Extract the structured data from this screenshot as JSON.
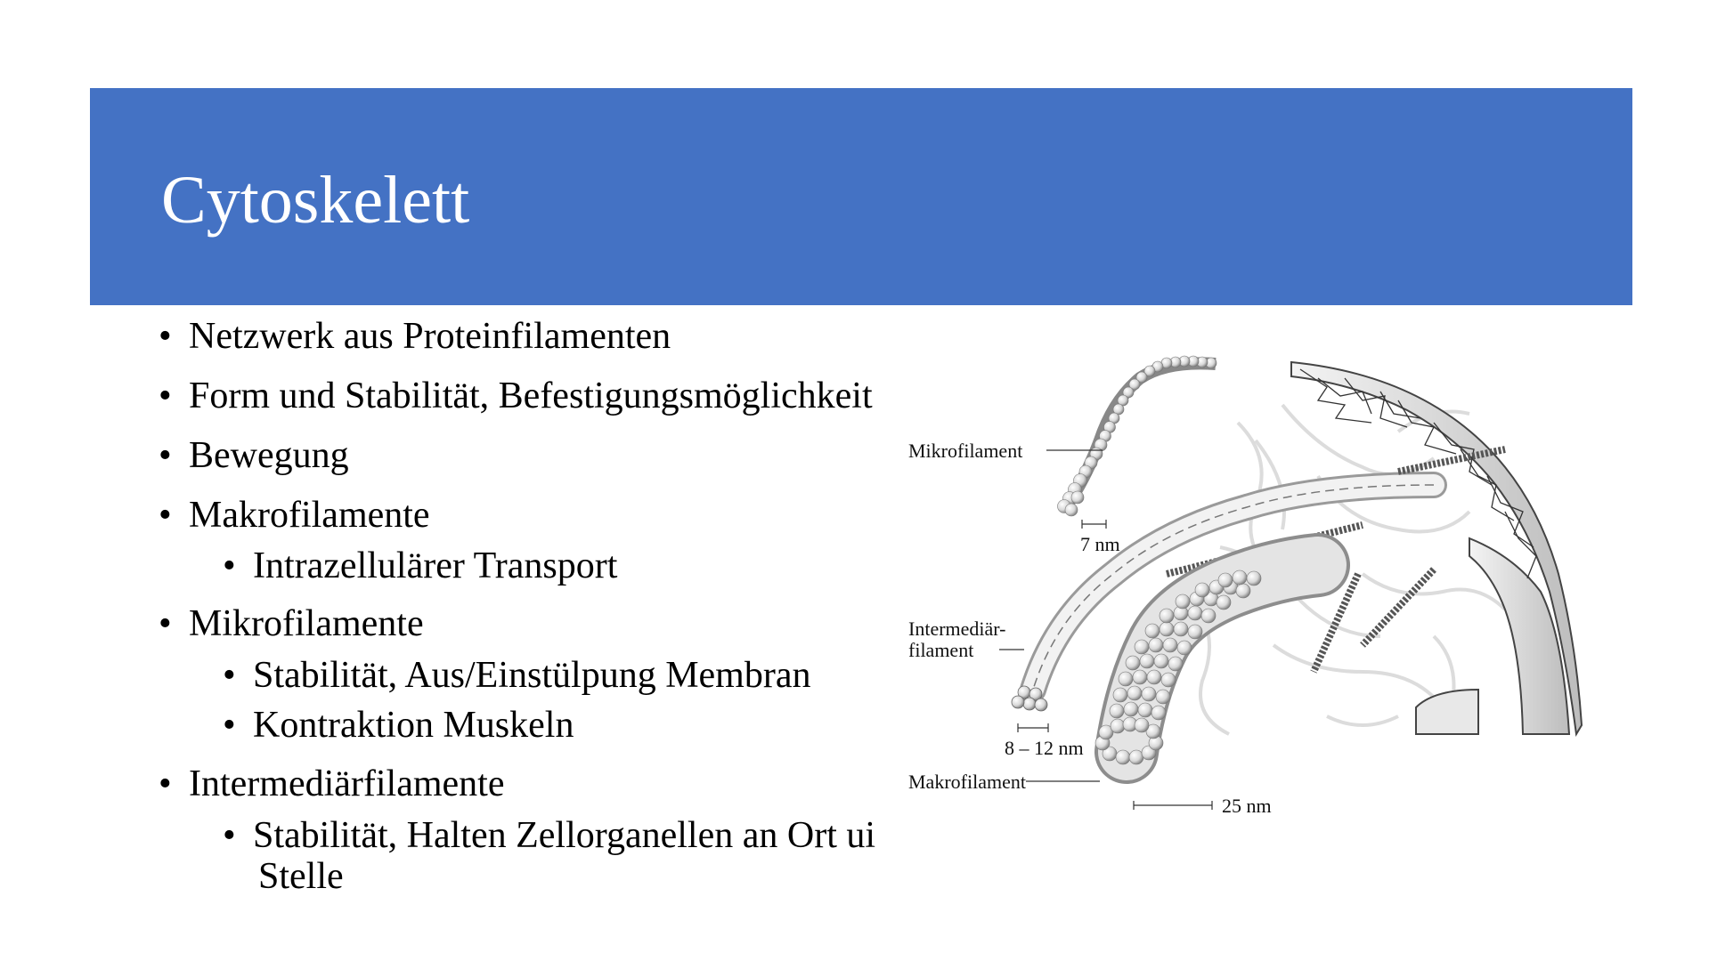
{
  "slide": {
    "title": "Cytoskelett"
  },
  "bullets": [
    {
      "text": "Netzwerk aus Proteinfilamenten"
    },
    {
      "text": "Form und Stabilität, Befestigungsmöglichkeit"
    },
    {
      "text": "Bewegung"
    },
    {
      "text": "Makrofilamente"
    },
    {
      "text": "Intrazellulärer Transport"
    },
    {
      "text": "Mikrofilamente"
    },
    {
      "text": "Stabilität, Aus/Einstülpung Membran"
    },
    {
      "text": "Kontraktion Muskeln"
    },
    {
      "text": "Intermediärfilamente"
    },
    {
      "text": "Stabilität, Halten Zellorganellen an Ort ui",
      "continuation": "Stelle"
    }
  ],
  "figure": {
    "labels": {
      "mikrofilament": "Mikrofilament",
      "mikrofilament_size": "7 nm",
      "intermediaer_line1": "Intermediär-",
      "intermediaer_line2": "filament",
      "intermediaer_size": "8 – 12 nm",
      "makrofilament": "Makrofilament",
      "makrofilament_size": "25 nm"
    }
  },
  "bullet_glyph": "•"
}
